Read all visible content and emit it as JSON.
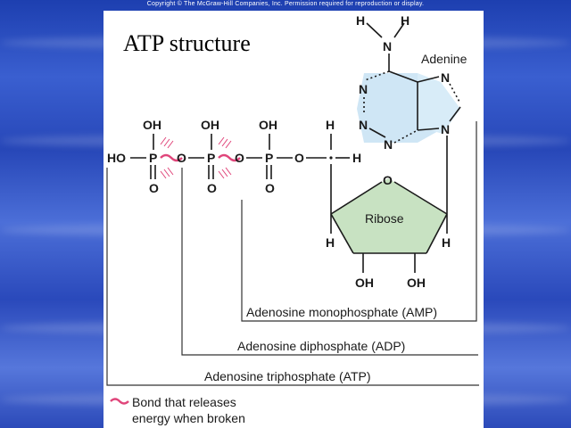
{
  "copyright": "Copyright © The McGraw-Hill Companies, Inc. Permission required for reproduction or display.",
  "title": "ATP structure",
  "labels": {
    "adenine": "Adenine",
    "ribose": "Ribose",
    "amp": "Adenosine monophosphate (AMP)",
    "adp": "Adenosine diphosphate (ADP)",
    "atp": "Adenosine triphosphate (ATP)",
    "legend_line1": "Bond that releases",
    "legend_line2": "energy when broken"
  },
  "atoms": {
    "OH": "OH",
    "O": "O",
    "P": "P",
    "H": "H",
    "N": "N",
    "HO": "HO"
  },
  "colors": {
    "adenine_fill": "#cfe6f5",
    "ribose_fill": "#c8e2c2",
    "high_energy_bond": "#e0457a"
  }
}
